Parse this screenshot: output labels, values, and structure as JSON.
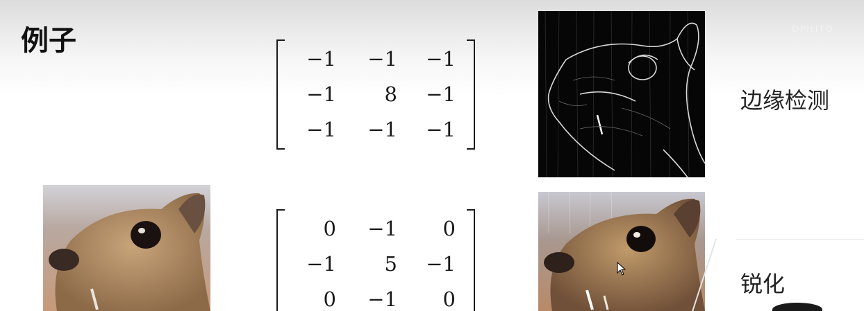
{
  "slide": {
    "title": "例子",
    "faint_watermark": "ᴰᴾᴵᵗᴵᵀᴼ",
    "matrix_edge": [
      [
        "−1",
        "−1",
        "−1"
      ],
      [
        "−1",
        "8",
        "−1"
      ],
      [
        "−1",
        "−1",
        "−1"
      ]
    ],
    "matrix_sharpen": [
      [
        "0",
        "−1",
        "0"
      ],
      [
        "−1",
        "5",
        "−1"
      ],
      [
        "0",
        "−1",
        "0"
      ]
    ],
    "label_edge": "边缘检测",
    "label_sharpen": "锐化"
  }
}
